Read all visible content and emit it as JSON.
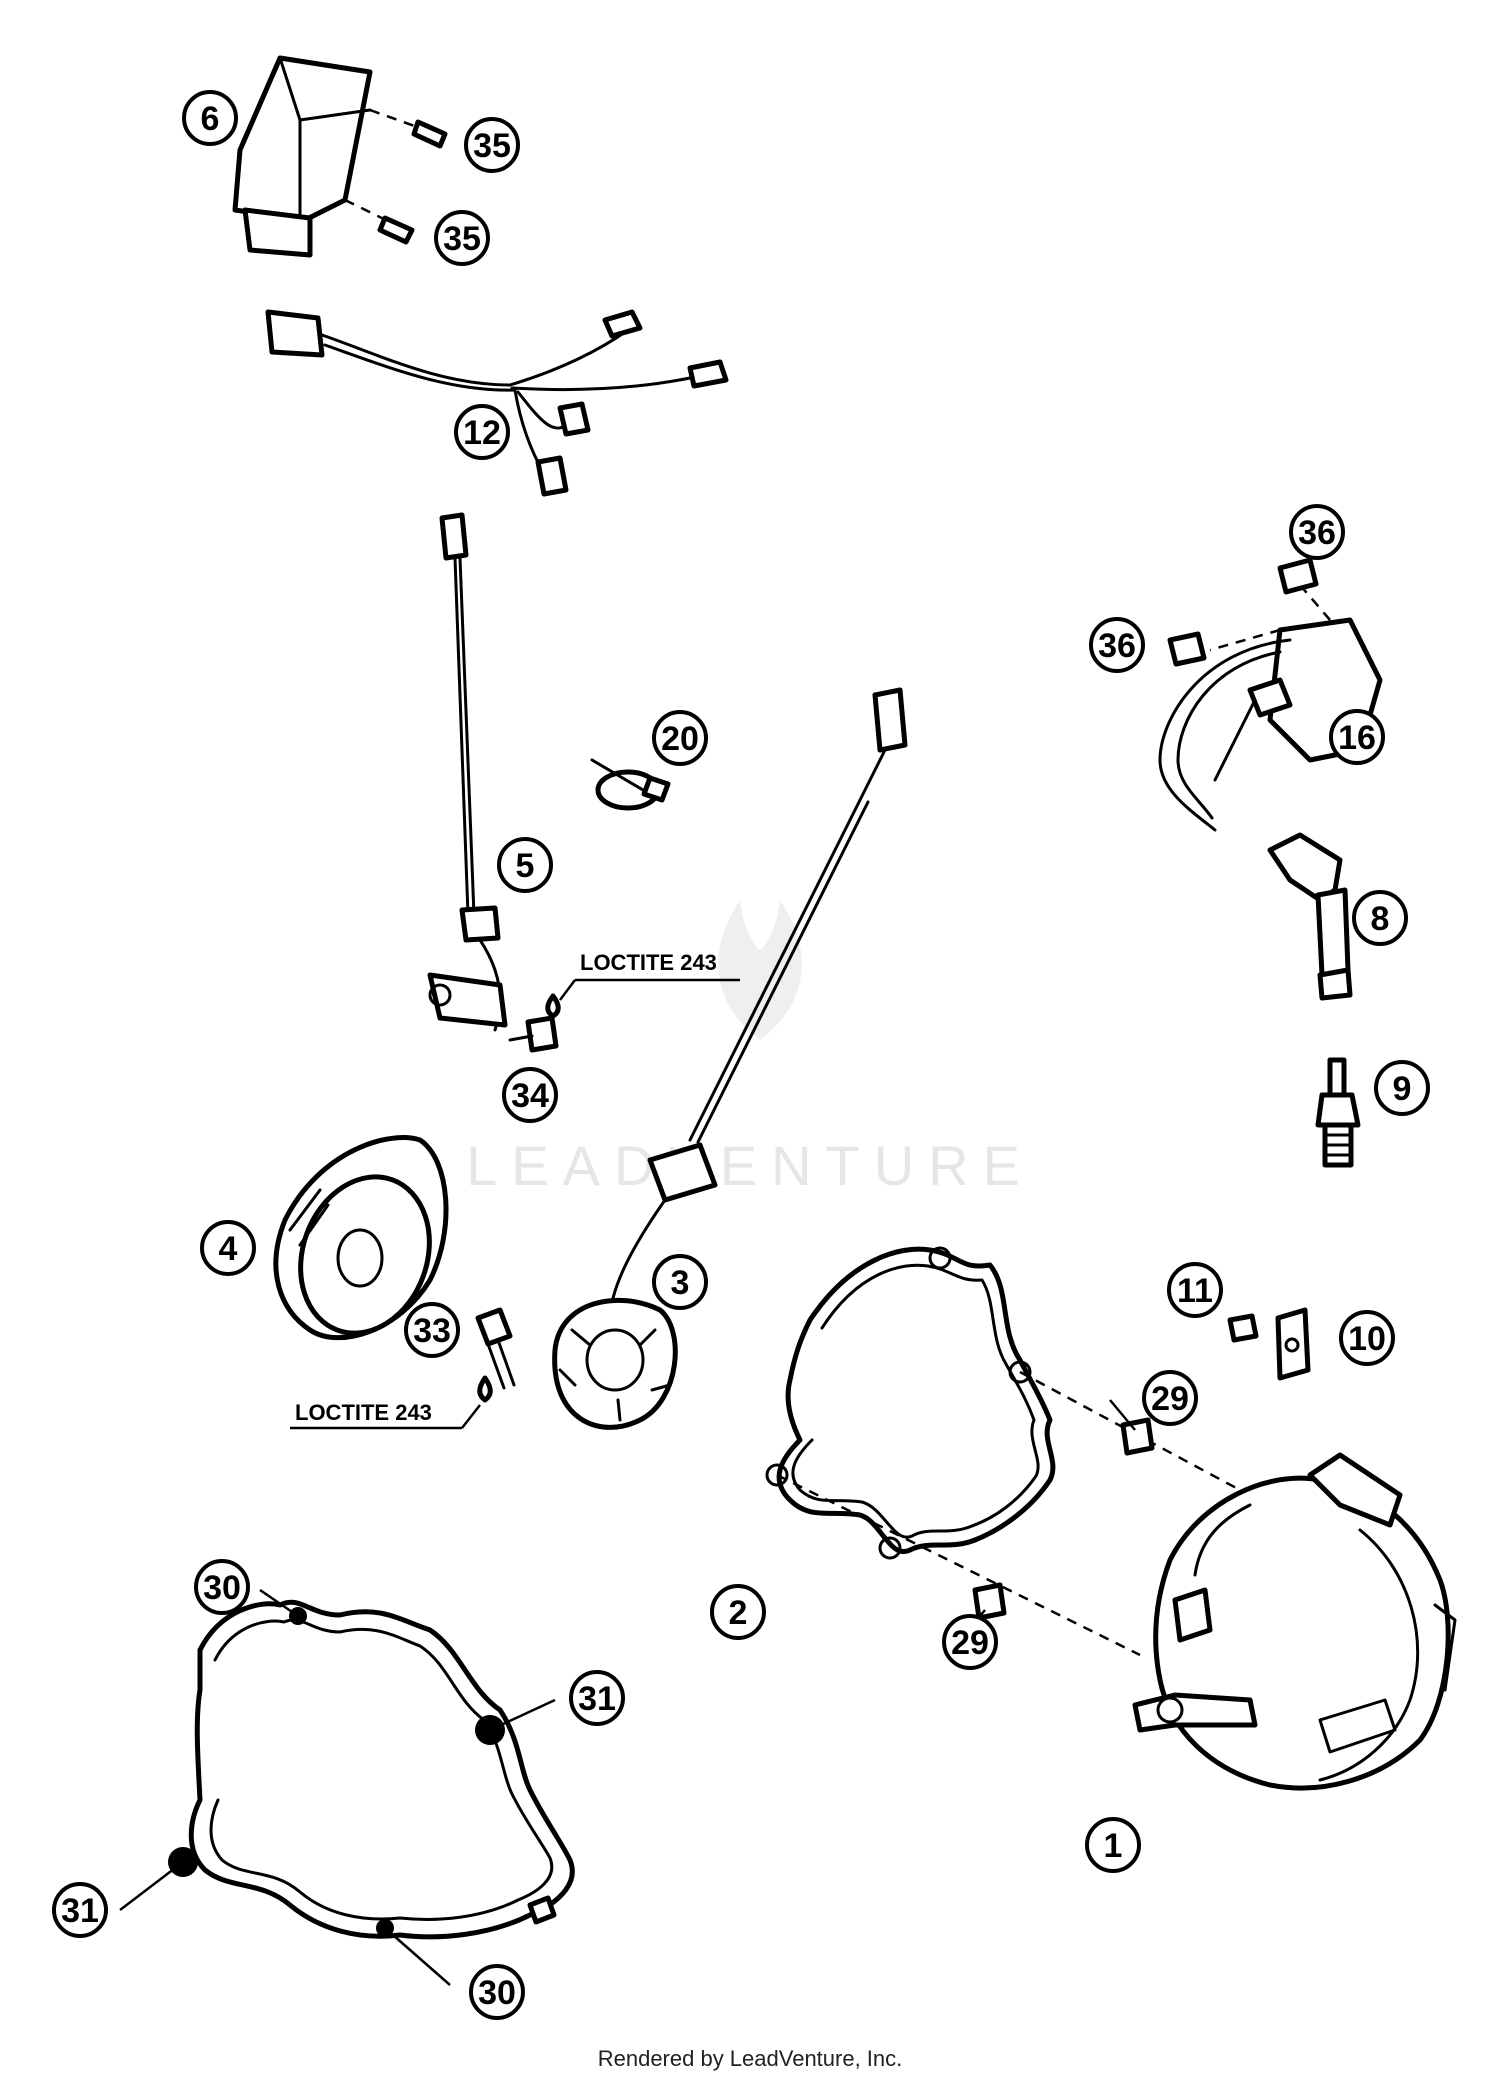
{
  "watermark": "LEADVENTURE",
  "credit": "Rendered by LeadVenture, Inc.",
  "notes": {
    "loctite_upper": "LOCTITE 243",
    "loctite_lower": "LOCTITE 243"
  },
  "callouts": {
    "c6": "6",
    "c35a": "35",
    "c35b": "35",
    "c12": "12",
    "c36a": "36",
    "c36b": "36",
    "c16": "16",
    "c20": "20",
    "c5": "5",
    "c8": "8",
    "c34": "34",
    "c9": "9",
    "c4": "4",
    "c3": "3",
    "c33": "33",
    "c11": "11",
    "c10": "10",
    "c29a": "29",
    "c29b": "29",
    "c2": "2",
    "c1": "1",
    "c30a": "30",
    "c30b": "30",
    "c31a": "31",
    "c31b": "31"
  }
}
